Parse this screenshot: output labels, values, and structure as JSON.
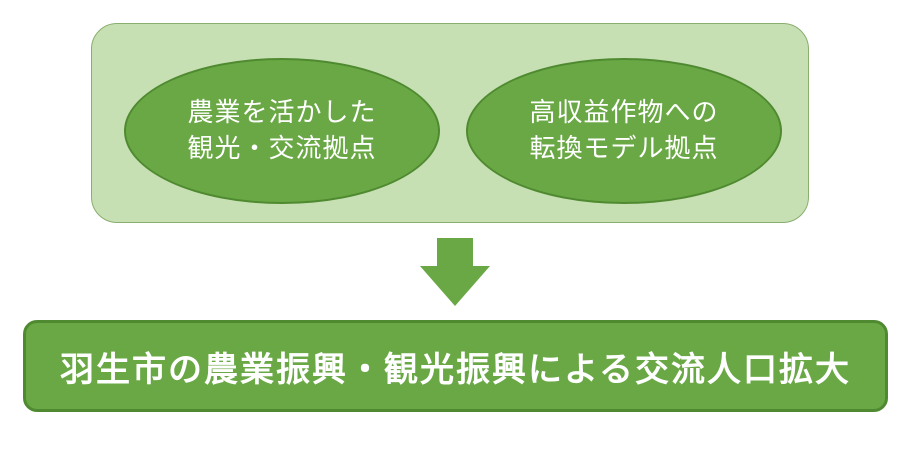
{
  "top_panel": {
    "left_node": {
      "line1": "農業を活かした",
      "line2": "観光・交流拠点"
    },
    "right_node": {
      "line1": "高収益作物への",
      "line2": "転換モデル拠点"
    }
  },
  "result": {
    "text": "羽生市の農業振興・観光振興による交流人口拡大"
  },
  "colors": {
    "panel_fill": "#c6e0b4",
    "node_fill": "#6aa846",
    "node_border": "#4f8a30",
    "arrow_fill": "#6aa846",
    "text_color": "#ffffff"
  },
  "icons": {
    "flow_arrow": "arrow-down-icon"
  }
}
